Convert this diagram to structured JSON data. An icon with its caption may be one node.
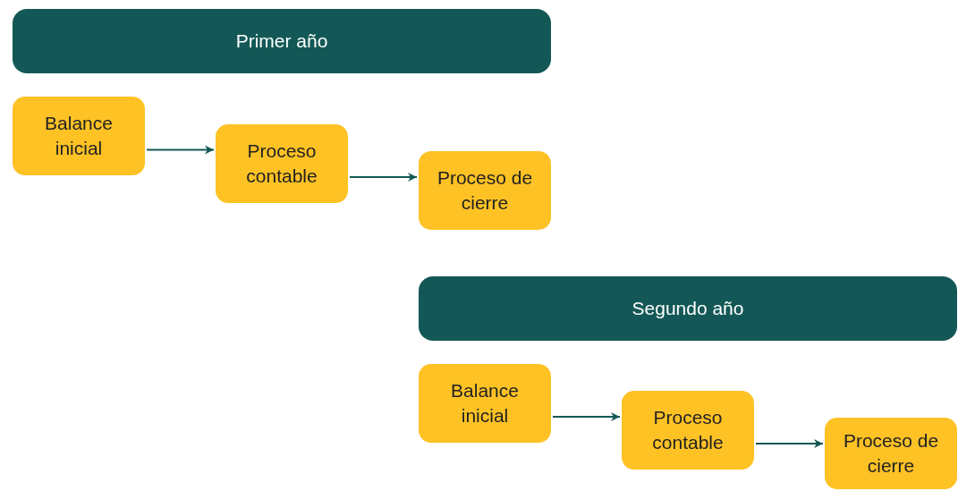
{
  "diagram": {
    "nodes": [
      {
        "text": [
          "Primer año"
        ]
      },
      {
        "text": [
          "Balance inicial"
        ]
      },
      {
        "text": [
          "Proceso contable"
        ]
      },
      {
        "text": [
          "Proceso de cierre"
        ]
      },
      {
        "text": [
          "Segundo año"
        ]
      },
      {
        "text": [
          "Balance inicial"
        ]
      },
      {
        "text": [
          "Proceso contable"
        ]
      },
      {
        "text": [
          "Proceso de cierre"
        ]
      }
    ],
    "edges": [
      {
        "from": 1,
        "to": 2,
        "arrow": "to"
      },
      {
        "from": 2,
        "to": 3,
        "arrow": "to"
      },
      {
        "from": 5,
        "to": 6,
        "arrow": "to"
      },
      {
        "from": 6,
        "to": 7,
        "arrow": "to"
      }
    ]
  }
}
